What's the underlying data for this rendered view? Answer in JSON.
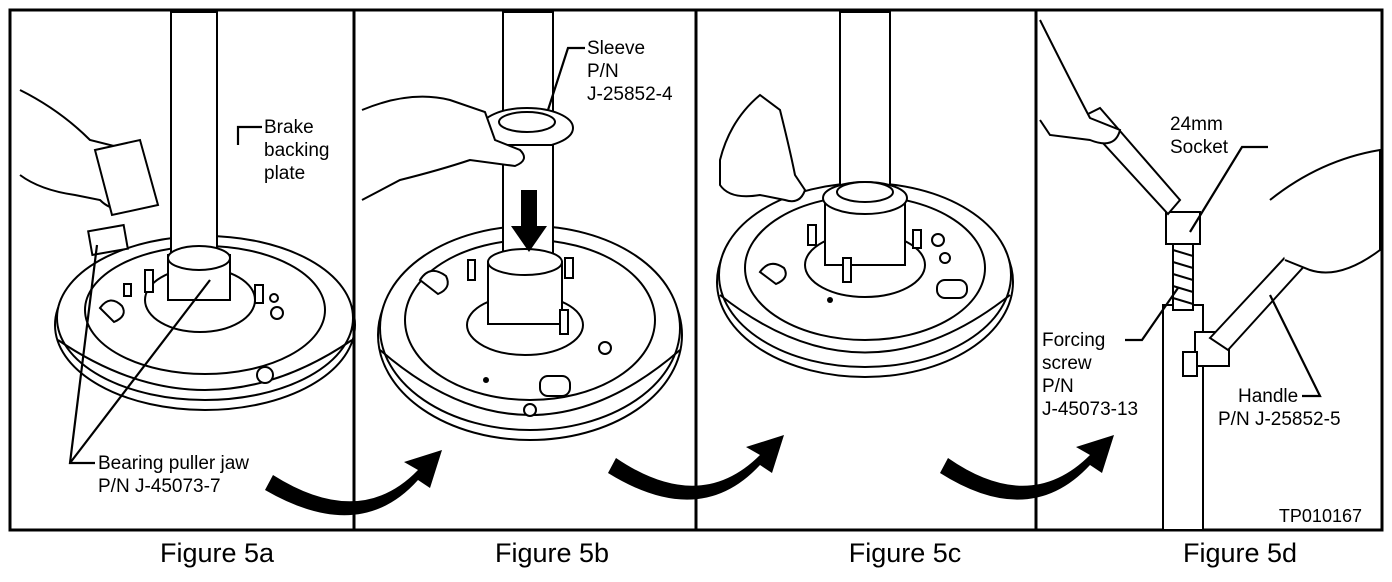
{
  "panels": [
    {
      "caption": "Figure 5a"
    },
    {
      "caption": "Figure 5b"
    },
    {
      "caption": "Figure 5c"
    },
    {
      "caption": "Figure 5d"
    }
  ],
  "labels": {
    "brake_backing_plate": [
      "Brake",
      "backing",
      "plate"
    ],
    "bearing_puller_jaw": [
      "Bearing puller jaw",
      "P/N J-45073-7"
    ],
    "sleeve": [
      "Sleeve",
      "P/N",
      "J-25852-4"
    ],
    "socket": [
      "24mm",
      "Socket"
    ],
    "forcing_screw": [
      "Forcing",
      "screw",
      "P/N",
      "J-45073-13"
    ],
    "handle": [
      "Handle",
      "P/N J-25852-5"
    ]
  },
  "figure_code": "TP010167"
}
